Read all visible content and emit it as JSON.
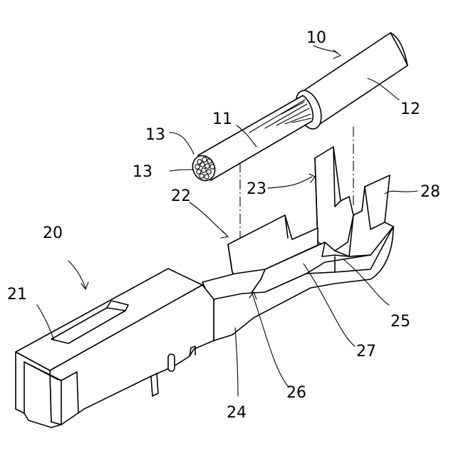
{
  "labels": {
    "l10": "10",
    "l11": "11",
    "l12": "12",
    "l13a": "13",
    "l13b": "13",
    "l20": "20",
    "l21": "21",
    "l22": "22",
    "l23": "23",
    "l24": "24",
    "l25": "25",
    "l26": "26",
    "l27": "27",
    "l28": "28"
  }
}
